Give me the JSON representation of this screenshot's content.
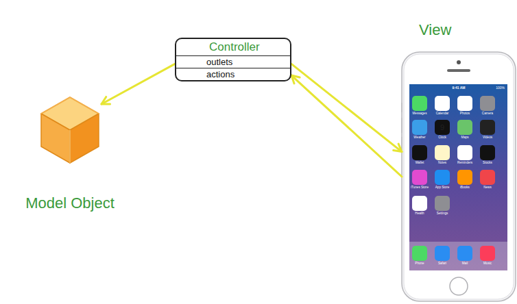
{
  "diagram": {
    "nodes": [
      {
        "text": [
          "Controller",
          "outlets",
          "actions"
        ]
      },
      {
        "text": [
          "Model Object"
        ]
      },
      {
        "text": [
          "View"
        ]
      }
    ],
    "edges": [
      {
        "from": 0,
        "to": 1,
        "arrow": "to"
      },
      {
        "from": 0,
        "to": 2,
        "arrow": "to"
      },
      {
        "from": 2,
        "to": 0,
        "arrow": "to"
      }
    ],
    "labels": [
      "9:41 AM",
      "100%",
      "9",
      "Messages",
      "Calendar",
      "Photos",
      "Camera",
      "Weather",
      "Clock",
      "Maps",
      "Videos",
      "Wallet",
      "Notes",
      "Reminders",
      "Stocks",
      "iTunes Store",
      "App Store",
      "iBooks",
      "News",
      "Health",
      "Settings",
      "Phone",
      "Safari",
      "Mail",
      "Music"
    ]
  }
}
